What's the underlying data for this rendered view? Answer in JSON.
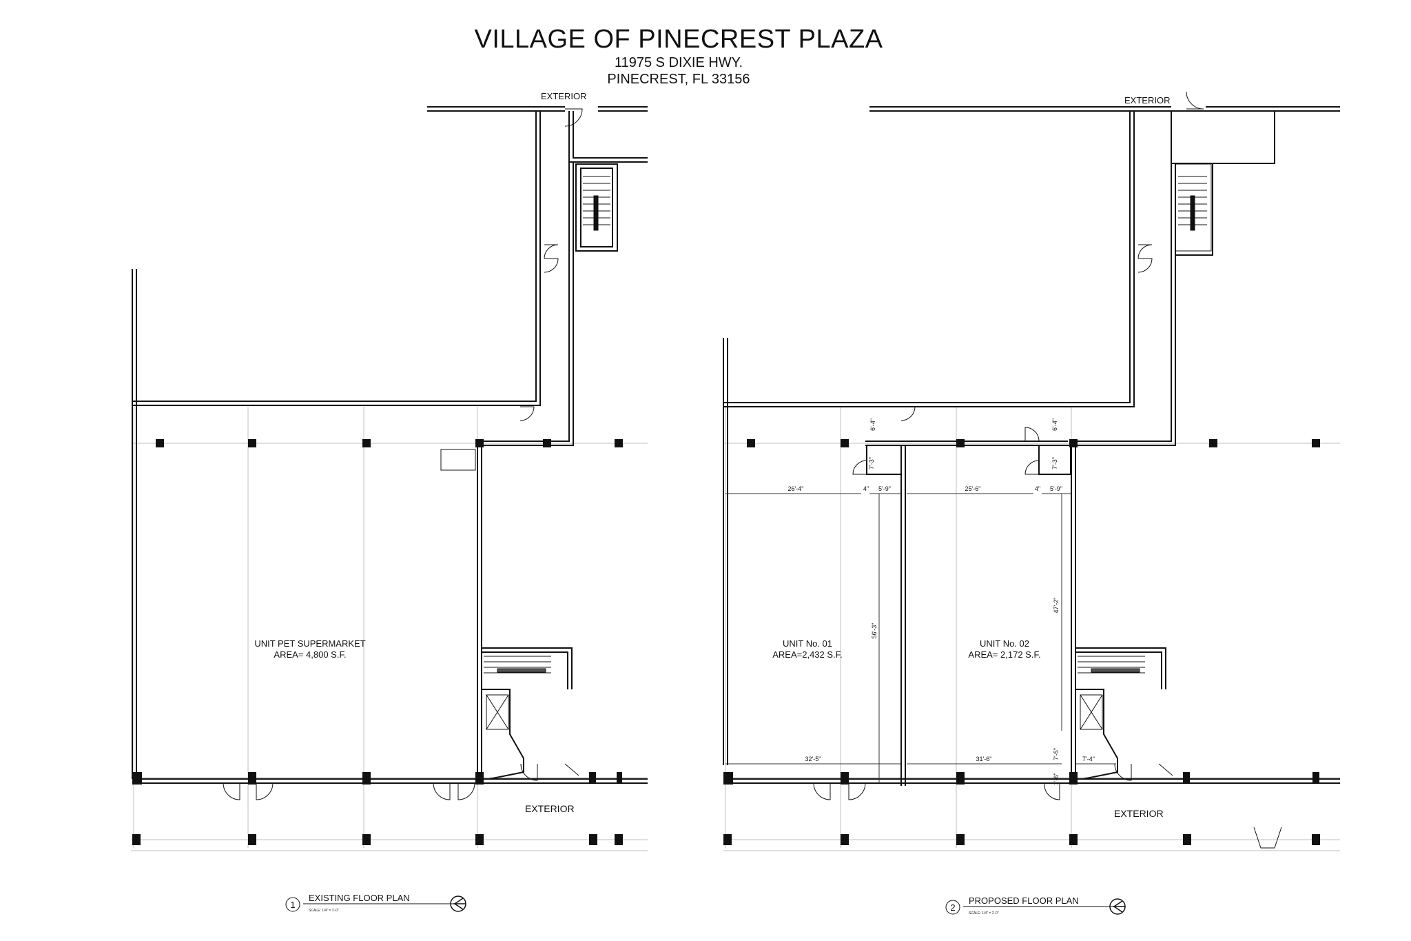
{
  "header": {
    "title": "VILLAGE OF PINECREST PLAZA",
    "address_line1": "11975 S DIXIE HWY.",
    "address_line2": "PINECREST, FL 33156"
  },
  "existing": {
    "exterior_top": "EXTERIOR",
    "exterior_bottom": "EXTERIOR",
    "unit_name": "UNIT PET SUPERMARKET",
    "unit_area": "AREA= 4,800 S.F.",
    "caption_number": "1",
    "caption_title": "EXISTING FLOOR PLAN",
    "caption_scale": "SCALE: 1/4\" = 1'-0\""
  },
  "proposed": {
    "exterior_top": "EXTERIOR",
    "exterior_bottom": "EXTERIOR",
    "unit1_name": "UNIT No. 01",
    "unit1_area": "AREA=2,432 S.F.",
    "unit2_name": "UNIT No. 02",
    "unit2_area": "AREA= 2,172 S.F.",
    "caption_number": "2",
    "caption_title": "PROPOSED FLOOR PLAN",
    "caption_scale": "SCALE: 1/4\" = 1'-0\"",
    "dims": {
      "d_26_4": "26'-4\"",
      "d_4a": "4\"",
      "d_5_9a": "5'-9\"",
      "d_25_6": "25'-6\"",
      "d_4b": "4\"",
      "d_5_9b": "5'-9\"",
      "d_6_4a": "6'-4\"",
      "d_6_4b": "6'-4\"",
      "d_7_3a": "7'-3\"",
      "d_7_3b": "7'-3\"",
      "d_56_3": "56'-3\"",
      "d_47_2": "47'-2\"",
      "d_32_5": "32'-5\"",
      "d_31_6": "31'-6\"",
      "d_7_5": "7'-5\"",
      "d_7_4": "7'-4\"",
      "d_1_6": "1'-6\""
    }
  },
  "colors": {
    "ink": "#111111",
    "grid": "#bfbfbf",
    "paper": "#ffffff"
  }
}
